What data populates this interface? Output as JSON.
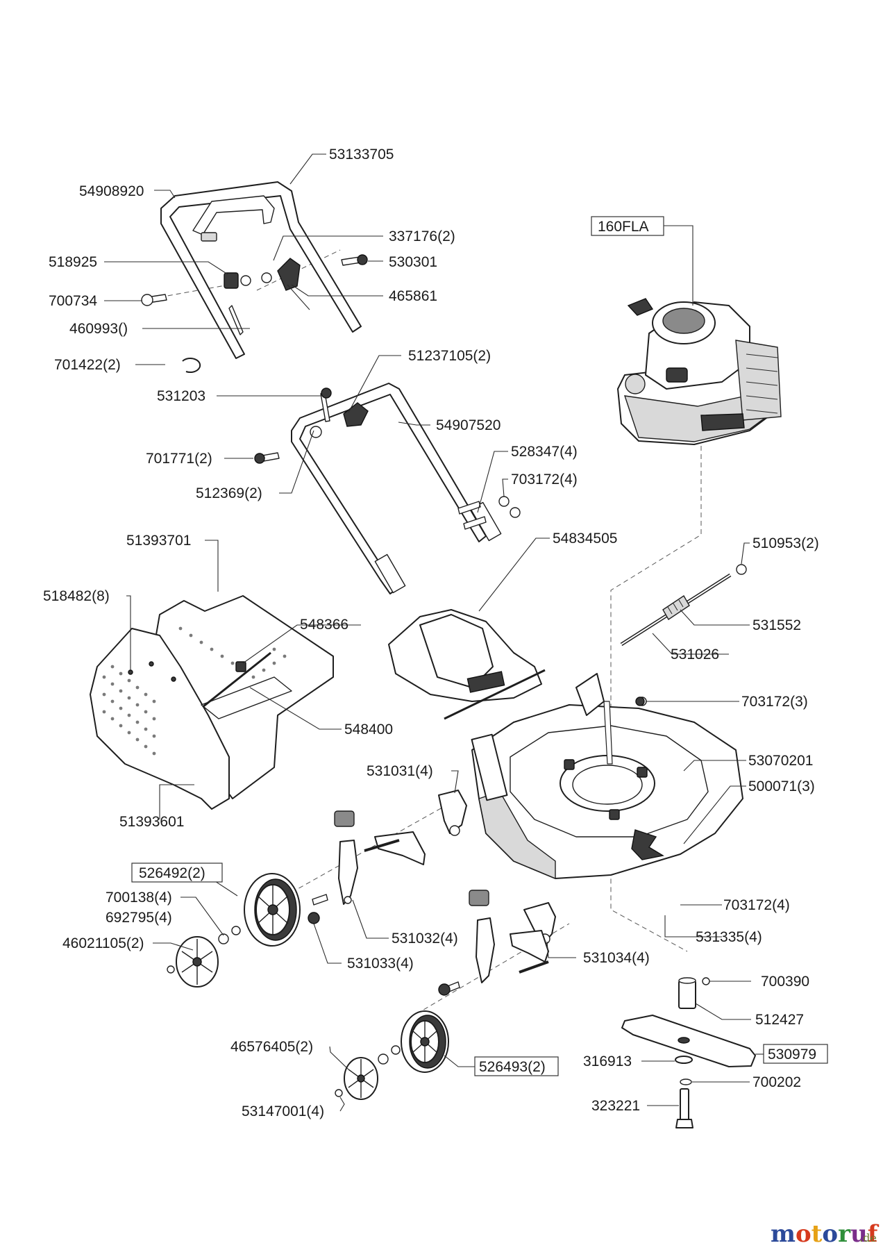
{
  "parts": {
    "p_53133705": "53133705",
    "p_54908920": "54908920",
    "p_337176": "337176(2)",
    "p_518925": "518925",
    "p_530301": "530301",
    "p_700734": "700734",
    "p_465861": "465861",
    "p_460993": "460993()",
    "p_701422": "701422(2)",
    "p_51237105": "51237105(2)",
    "p_531203": "531203",
    "p_54907520": "54907520",
    "p_701771": "701771(2)",
    "p_528347": "528347(4)",
    "p_703172_4a": "703172(4)",
    "p_512369": "512369(2)",
    "p_51393701": "51393701",
    "p_54834505": "54834505",
    "p_510953": "510953(2)",
    "p_518482": "518482(8)",
    "p_548366": "548366",
    "p_531552": "531552",
    "p_531026": "531026",
    "p_703172_3": "703172(3)",
    "p_548400": "548400",
    "p_53070201": "53070201",
    "p_531031": "531031(4)",
    "p_500071": "500071(3)",
    "p_51393601": "51393601",
    "p_526492": "526492(2)",
    "p_700138": "700138(4)",
    "p_692795": "692795(4)",
    "p_703172_4b": "703172(4)",
    "p_531335": "531335(4)",
    "p_46021105": "46021105(2)",
    "p_531032": "531032(4)",
    "p_531033": "531033(4)",
    "p_531034": "531034(4)",
    "p_700390": "700390",
    "p_512427": "512427",
    "p_46576405": "46576405(2)",
    "p_316913": "316913",
    "p_530979": "530979",
    "p_526493": "526493(2)",
    "p_700202": "700202",
    "p_53147001": "53147001(4)",
    "p_323221": "323221",
    "p_160FLA": "160FLA"
  },
  "watermark": {
    "brand": "motoruf",
    "tld": ".de",
    "letter_colors": [
      "#2c4a9a",
      "#d63a1e",
      "#e6a116",
      "#2c4a9a",
      "#2f8f3a",
      "#7a2e8a",
      "#d63a1e"
    ]
  }
}
